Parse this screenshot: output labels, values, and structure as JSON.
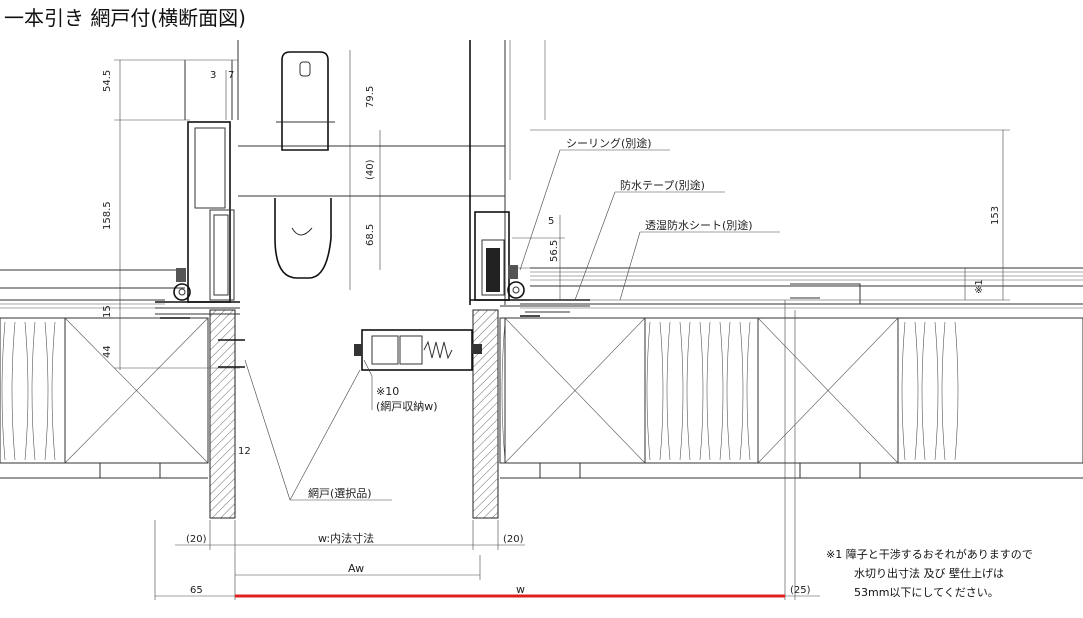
{
  "title": "一本引き 網戸付(横断面図)",
  "labels": {
    "sealing": "シーリング(別途)",
    "waterproof_tape": "防水テープ(別途)",
    "moisture_sheet": "透湿防水シート(別途)",
    "screen_storage_ref": "※10",
    "screen_storage": "(網戸収納w)",
    "screen_door": "網戸(選択品)"
  },
  "dimensions": {
    "d54_5": "54.5",
    "d3": "3",
    "d7": "7",
    "d79_5": "79.5",
    "d40": "(40)",
    "d158_5": "158.5",
    "d68_5": "68.5",
    "d5": "5",
    "d56_5": "56.5",
    "d153": "153",
    "d15": "15",
    "d44": "44",
    "d12": "12",
    "note_ref": "※1",
    "left20": "(20)",
    "inner": "w:内法寸法",
    "right20": "(20)",
    "aw": "Aw",
    "d65": "65",
    "w": "w",
    "d25": "(25)"
  },
  "note": {
    "line1": "※1 障子と干渉するおそれがありますので",
    "line2": "水切り出寸法 及び 壁仕上げは",
    "line3": "53mm以下にしてください。"
  },
  "colors": {
    "w_line": "#e02020"
  }
}
